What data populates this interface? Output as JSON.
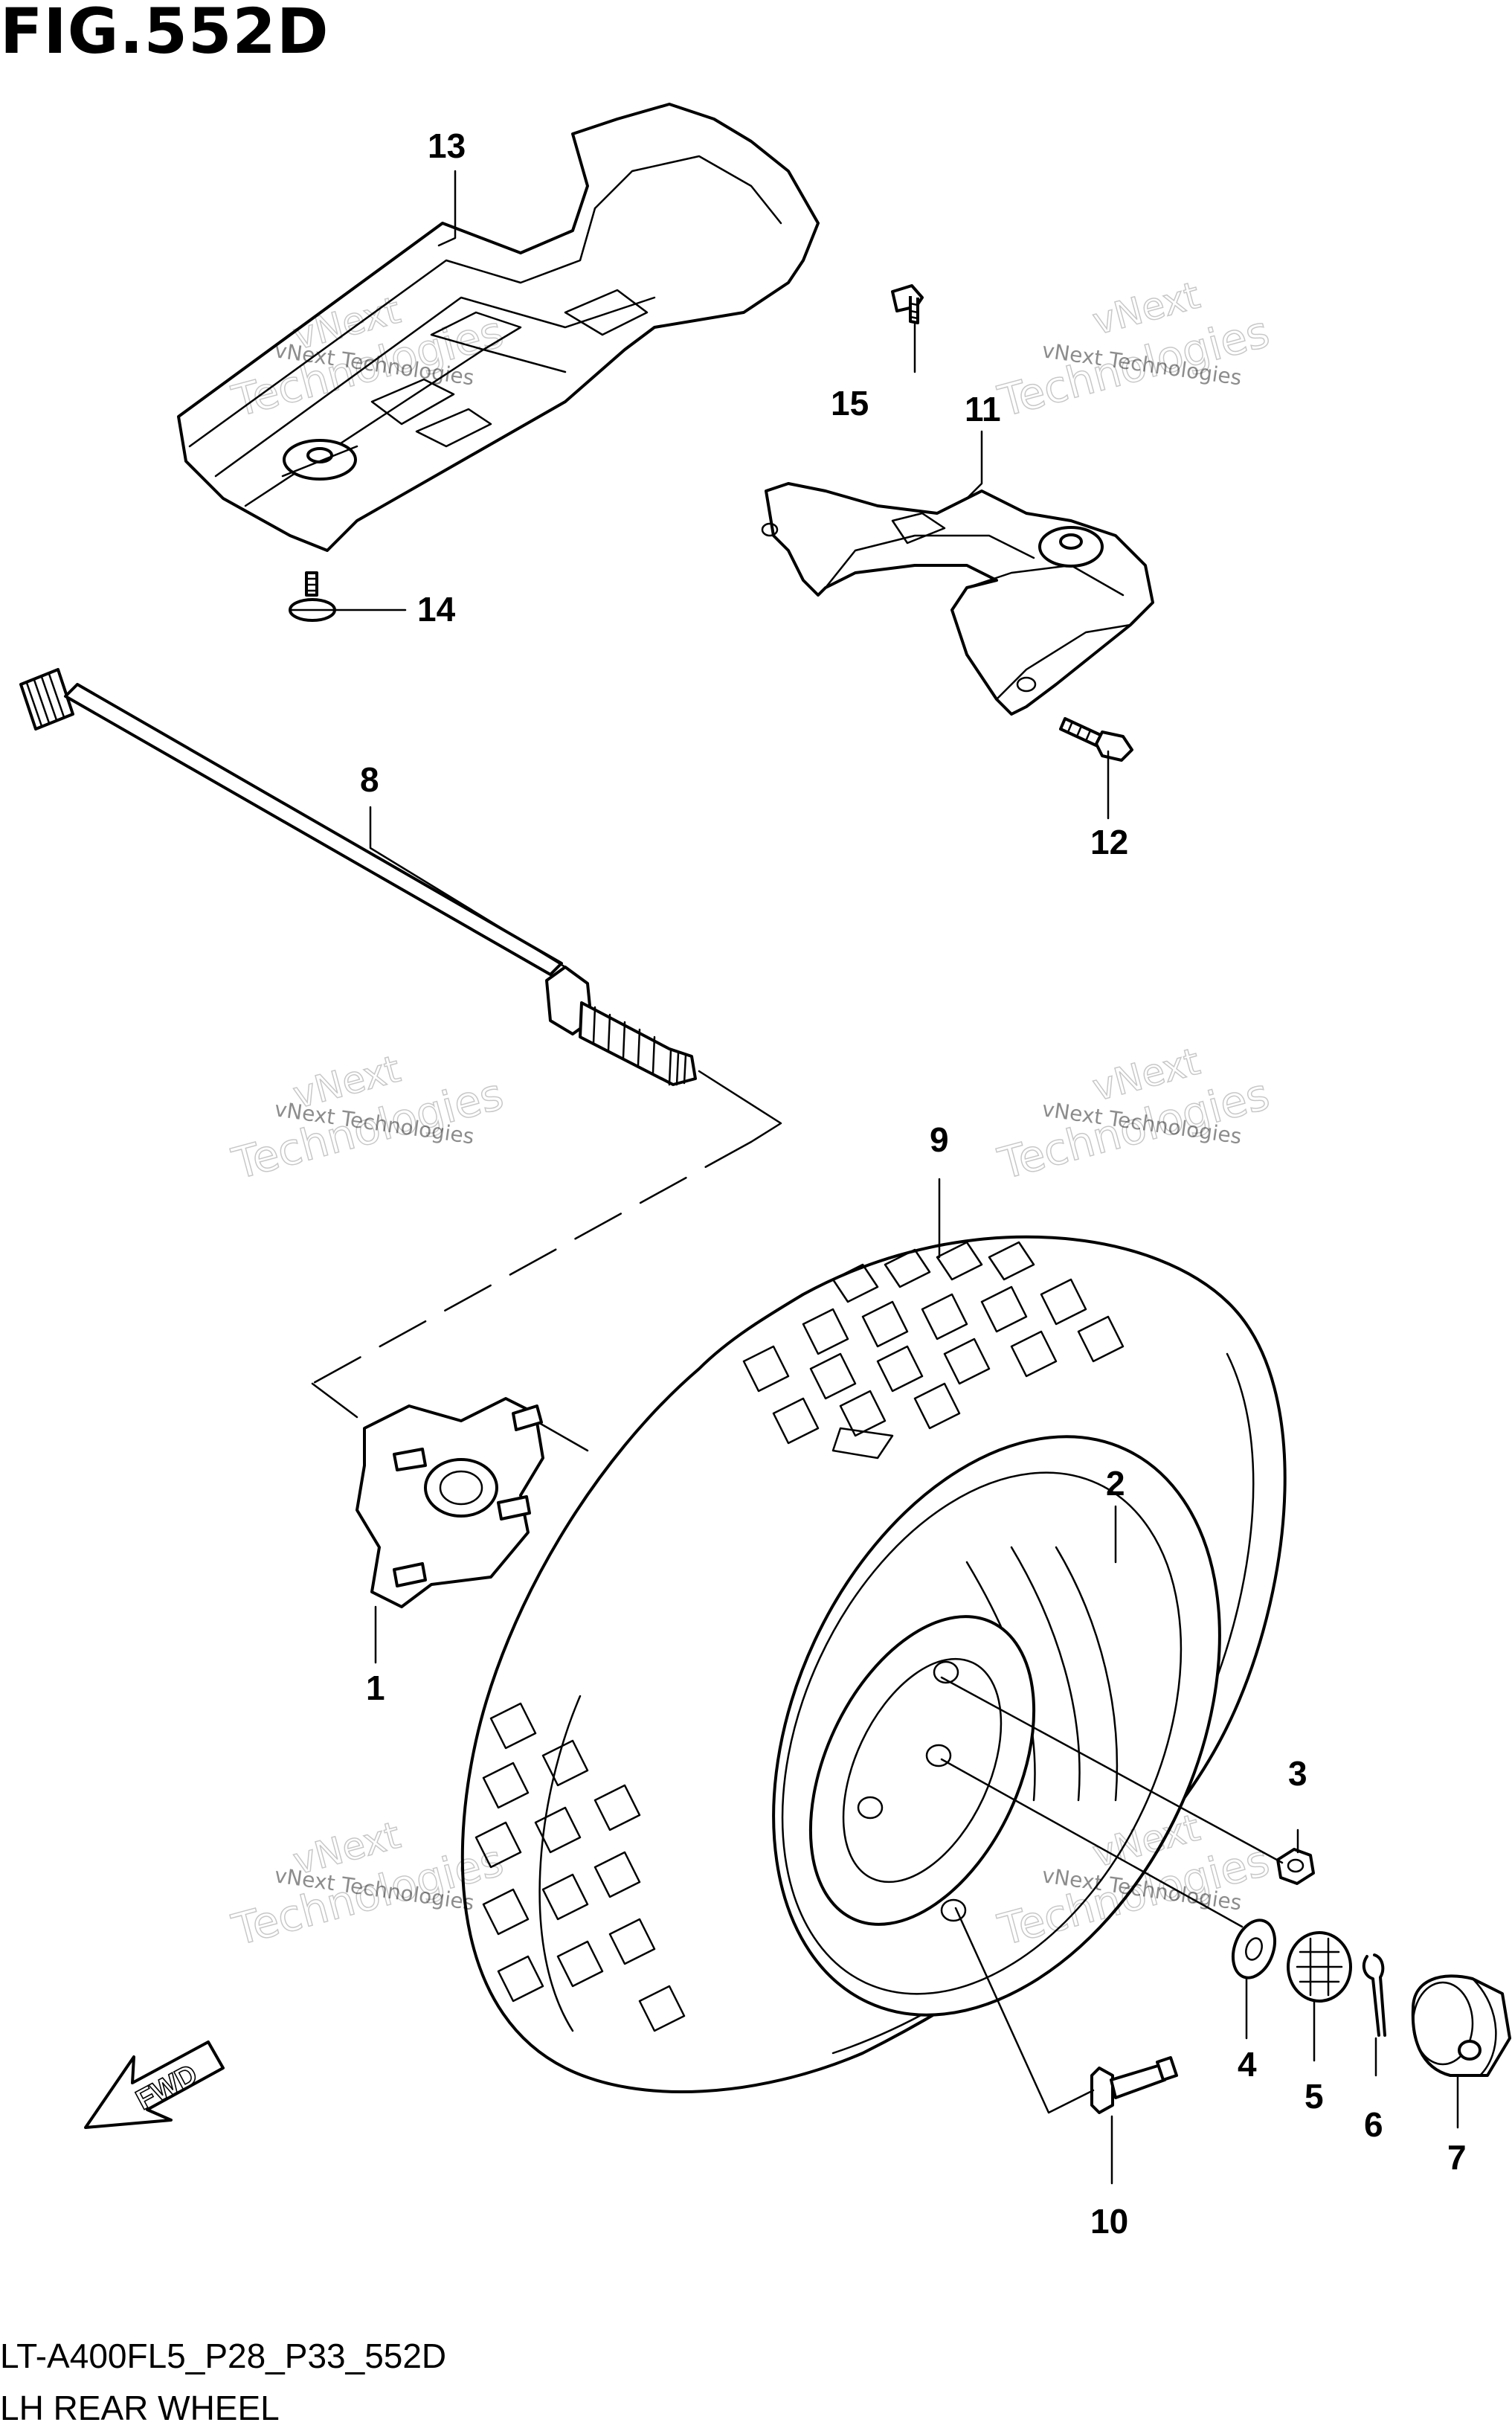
{
  "figure": {
    "title": "FIG.552D",
    "code": "LT-A400FL5_P28_P33_552D",
    "name": "LH REAR WHEEL"
  },
  "watermark": {
    "line1": "vNext Technologies",
    "line2": "Technologies",
    "line3": "vNext"
  },
  "callouts": [
    "13",
    "15",
    "11",
    "14",
    "8",
    "12",
    "9",
    "2",
    "1",
    "3",
    "4",
    "5",
    "6",
    "7",
    "10"
  ],
  "fwd_label": "FWD",
  "icons": [
    "fwd-arrow-icon"
  ]
}
